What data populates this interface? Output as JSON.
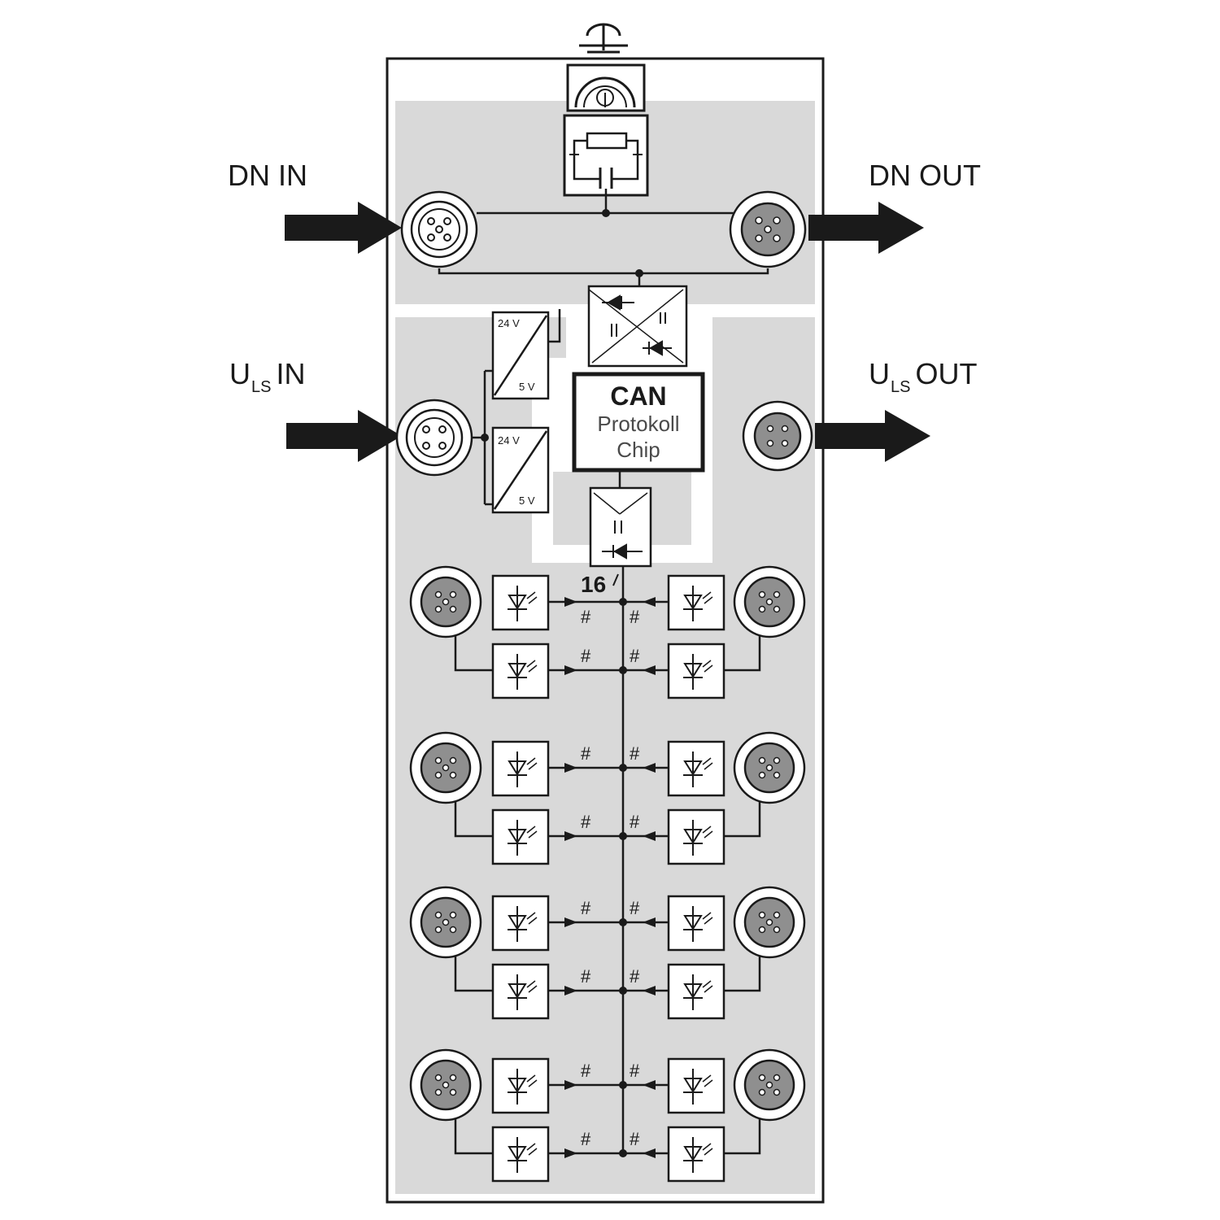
{
  "labels": {
    "dn_in": "DN IN",
    "dn_out": "DN OUT",
    "uls_in_main": "U",
    "uls_in_sub": "LS",
    "uls_in_suffix": "IN",
    "uls_out_main": "U",
    "uls_out_sub": "LS",
    "uls_out_suffix": "OUT"
  },
  "chip": {
    "line1": "CAN",
    "line2": "Protokoll",
    "line3": "Chip"
  },
  "converter": {
    "top_in": "24 V",
    "top_out": "5 V",
    "bottom_in": "24 V",
    "bottom_out": "5 V"
  },
  "bus_count": "16",
  "channel_mark": "#",
  "colors": {
    "zone_fill": "#d9d9d9",
    "connector_fill": "#8f8f8f",
    "line": "#1a1a1a"
  },
  "icons": [
    "ground-icon",
    "arrow-right-icon",
    "m12-connector-icon",
    "optocoupler-icon",
    "dc-dc-converter-icon",
    "led-icon"
  ]
}
